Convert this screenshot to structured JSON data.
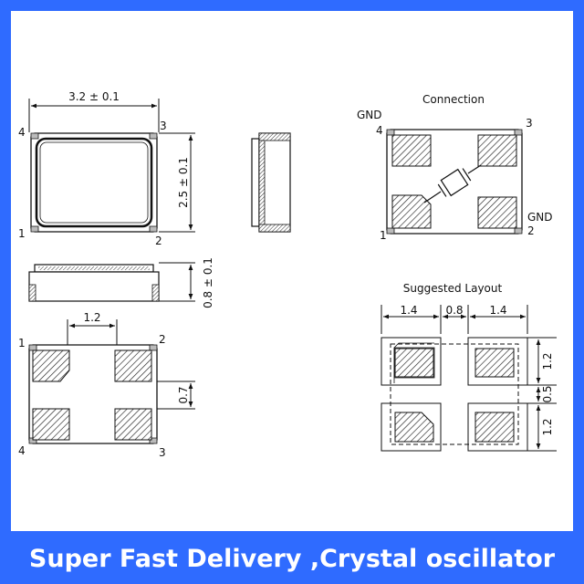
{
  "top_view": {
    "width_dim": "3.2 ± 0.1",
    "height_dim": "2.5 ± 0.1",
    "pin_1": "1",
    "pin_2": "2",
    "pin_3": "3",
    "pin_4": "4"
  },
  "side_view": {
    "thickness_dim": "0.8 ± 0.1"
  },
  "bottom_view": {
    "pad_spacing_dim": "1.2",
    "pad_height_dim": "0.7",
    "pin_1": "1",
    "pin_2": "2",
    "pin_3": "3",
    "pin_4": "4"
  },
  "connection": {
    "title": "Connection",
    "gnd_top": "GND",
    "gnd_right": "GND",
    "pin_1": "1",
    "pin_2": "2",
    "pin_3": "3",
    "pin_4": "4"
  },
  "layout": {
    "title": "Suggested Layout",
    "dim_left": "1.4",
    "dim_mid": "0.8",
    "dim_right": "1.4",
    "dim_top": "1.2",
    "dim_gap": "0.5",
    "dim_bottom": "1.2"
  },
  "caption": "Super Fast Delivery ,Crystal oscillator",
  "colors": {
    "frame": "#2f6bff",
    "caption_text": "#ffffff"
  }
}
